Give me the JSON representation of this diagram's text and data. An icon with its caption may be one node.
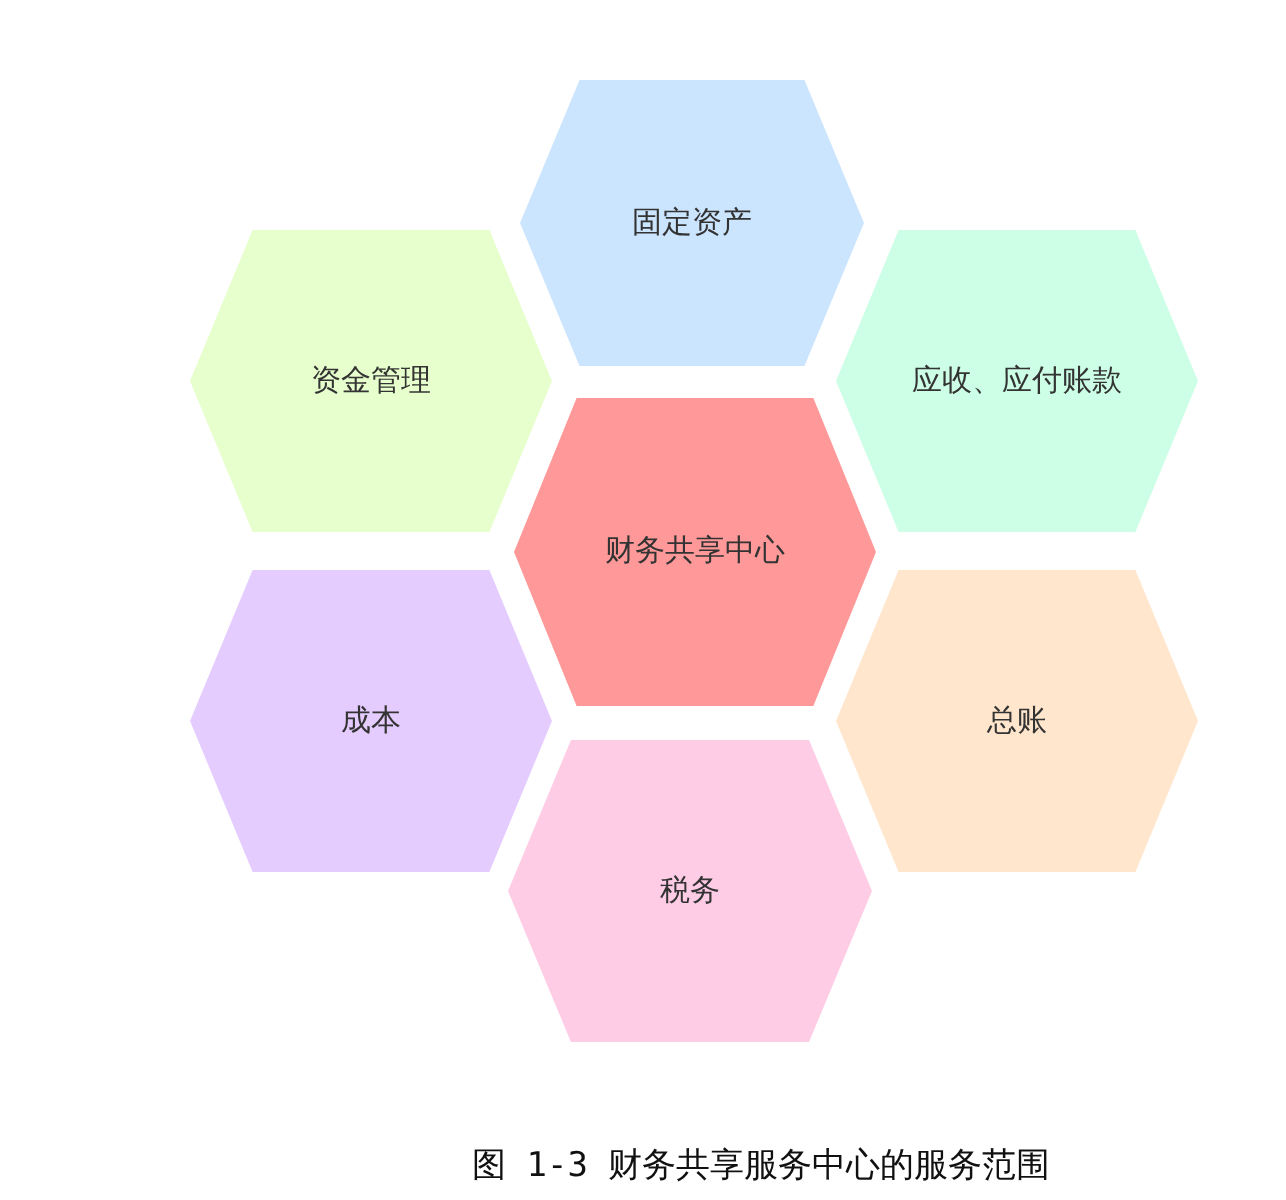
{
  "diagram": {
    "caption": "图 1-3 财务共享服务中心的服务范围",
    "nodes": [
      {
        "text": [
          "固定资产"
        ]
      },
      {
        "text": [
          "资金管理"
        ]
      },
      {
        "text": [
          "应收、应付账款"
        ]
      },
      {
        "text": [
          "财务共享中心"
        ]
      },
      {
        "text": [
          "成本"
        ]
      },
      {
        "text": [
          "总账"
        ]
      },
      {
        "text": [
          "税务"
        ]
      }
    ]
  }
}
